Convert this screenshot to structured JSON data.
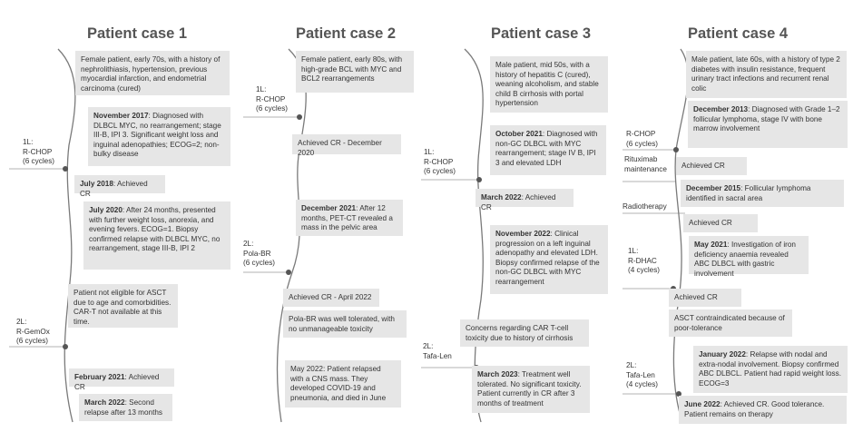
{
  "cases": [
    {
      "title": "Patient case 1",
      "events": [
        {
          "bold": "",
          "text": "Female patient, early 70s, with a history of nephrolithiasis, hypertension, previous myocardial infarction, and endometrial carcinoma (cured)"
        },
        {
          "bold": "November 2017",
          "text": ": Diagnosed with DLBCL MYC, no rearrangement; stage III-B, IPI 3. Significant weight loss and inguinal adenopathies; ECOG=2; non-bulky disease"
        },
        {
          "bold": "July 2018",
          "text": ": Achieved CR"
        },
        {
          "bold": "July 2020",
          "text": ": After 24 months, presented with further weight loss, anorexia, and evening fevers. ECOG=1. Biopsy confirmed relapse with DLBCL MYC, no rearrangement, stage III-B, IPI 2"
        },
        {
          "bold": "",
          "text": "Patient not eligible for ASCT due to age and comorbidities. CAR-T not available at this time."
        },
        {
          "bold": "February 2021",
          "text": ": Achieved CR"
        },
        {
          "bold": "March 2022",
          "text": ": Second relapse after 13 months"
        }
      ],
      "labels": [
        "1L:\nR-CHOP\n(6 cycles)",
        "2L:\nR-GemOx\n(6 cycles)"
      ]
    },
    {
      "title": "Patient case 2",
      "events": [
        {
          "bold": "",
          "text": "Female patient, early 80s, with high-grade BCL with MYC and BCL2 rearrangements"
        },
        {
          "bold": "",
          "text": "Achieved CR - December 2020"
        },
        {
          "bold": "December 2021",
          "text": ": After 12 months, PET-CT revealed a mass in the pelvic area"
        },
        {
          "bold": "",
          "text": "Achieved CR - April 2022"
        },
        {
          "bold": "",
          "text": "Pola-BR was well tolerated, with no unmanageable toxicity"
        },
        {
          "bold": "",
          "text": "May 2022: Patient relapsed with a CNS mass. They developed COVID-19 and pneumonia, and died in June"
        }
      ],
      "labels": [
        "1L:\nR-CHOP\n(6 cycles)",
        "2L:\nPola-BR\n(6 cycles)"
      ]
    },
    {
      "title": "Patient case 3",
      "events": [
        {
          "bold": "",
          "text": "Male patient, mid 50s, with a history of hepatitis C (cured), weaning alcoholism, and stable child B cirrhosis with portal hypertension"
        },
        {
          "bold": "October 2021",
          "text": ": Diagnosed with non-GC DLBCL with MYC rearrangement; stage IV B, IPI 3 and elevated LDH"
        },
        {
          "bold": "March 2022",
          "text": ": Achieved CR"
        },
        {
          "bold": "November 2022",
          "text": ": Clinical progression on a left inguinal adenopathy and elevated LDH. Biopsy confirmed relapse of the non-GC DLBCL with MYC rearrangement"
        },
        {
          "bold": "",
          "text": "Concerns regarding CAR T-cell toxicity due to history of cirrhosis"
        },
        {
          "bold": "March 2023",
          "text": ": Treatment well tolerated. No significant toxicity. Patient currently in CR after 3 months of treatment"
        }
      ],
      "labels": [
        "1L:\nR-CHOP\n(6 cycles)",
        "2L:\nTafa-Len"
      ]
    },
    {
      "title": "Patient case 4",
      "events": [
        {
          "bold": "",
          "text": "Male patient, late 60s, with a history of type 2 diabetes with insulin resistance, frequent urinary tract infections and recurrent renal colic"
        },
        {
          "bold": "December 2013",
          "text": ": Diagnosed with Grade 1–2 follicular lymphoma, stage IV with bone marrow involvement"
        },
        {
          "bold": "",
          "text": "Achieved CR"
        },
        {
          "bold": "December 2015",
          "text": ": Follicular lymphoma identified in sacral area"
        },
        {
          "bold": "",
          "text": "Achieved CR"
        },
        {
          "bold": "May 2021",
          "text": ": Investigation of iron deficiency anaemia revealed ABC DLBCL with gastric involvement"
        },
        {
          "bold": "",
          "text": "Achieved CR"
        },
        {
          "bold": "",
          "text": "ASCT contraindicated because of poor-tolerance"
        },
        {
          "bold": "January 2022",
          "text": ": Relapse with nodal and extra-nodal involvement. Biopsy confirmed ABC DLBCL. Patient had rapid weight loss. ECOG=3"
        },
        {
          "bold": "June 2022",
          "text": ": Achieved CR. Good tolerance. Patient remains on therapy"
        }
      ],
      "labels": [
        "R-CHOP\n(6 cycles)",
        "Rituximab\nmaintenance",
        "Radiotherapy",
        "1L:\nR-DHAC\n(4 cycles)",
        "2L:\nTafa-Len\n(4 cycles)"
      ]
    }
  ]
}
